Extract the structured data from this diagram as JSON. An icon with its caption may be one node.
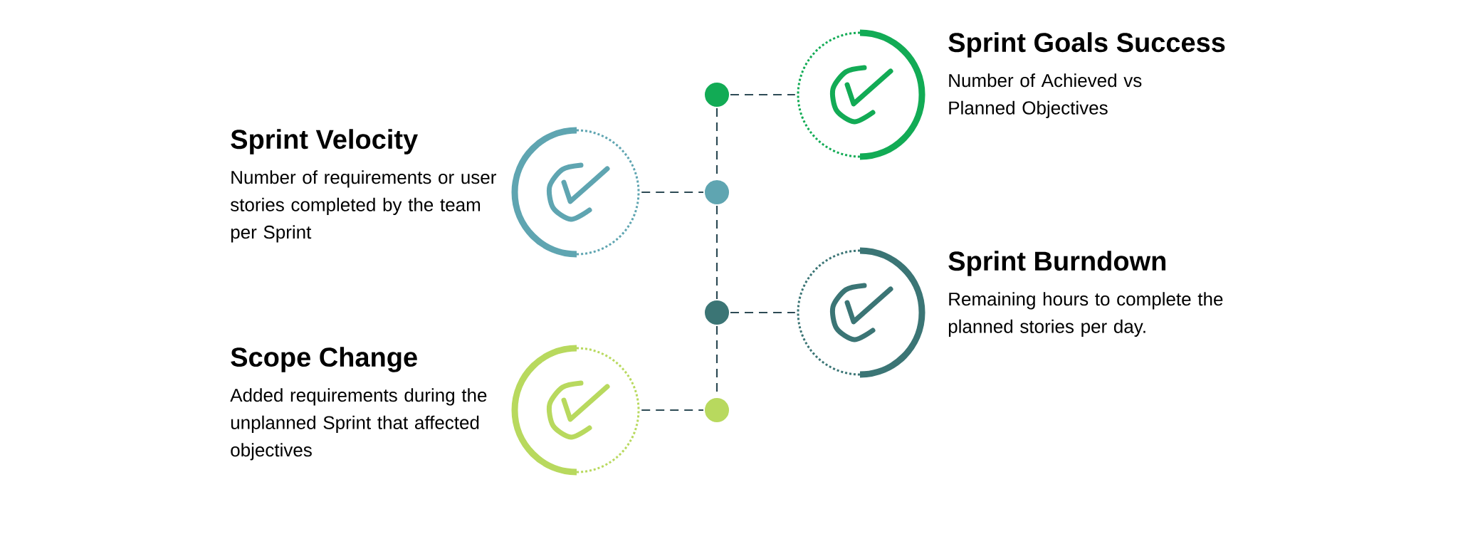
{
  "diagram": {
    "nodes": [
      {
        "text": [],
        "shape": "circle",
        "beside": [
          "Sprint Goals Success",
          "Number of Achieved vs Planned Objectives"
        ]
      },
      {
        "text": [],
        "shape": "circle"
      },
      {
        "text": [],
        "shape": "circle",
        "beside": [
          "Sprint Velocity",
          "Number of requirements or user stories completed by the team per Sprint"
        ]
      },
      {
        "text": [],
        "shape": "circle"
      },
      {
        "text": [],
        "shape": "circle",
        "beside": [
          "Sprint Burndown",
          "Remaining hours to complete the planned stories per day."
        ]
      },
      {
        "text": [],
        "shape": "circle"
      },
      {
        "text": [],
        "shape": "circle",
        "beside": [
          "Scope Change",
          "Added requirements during the unplanned Sprint that affected objectives"
        ]
      },
      {
        "text": [],
        "shape": "circle"
      }
    ],
    "edges": [
      {
        "from": 1,
        "to": 0,
        "arrow": "none",
        "style": "dashed"
      },
      {
        "from": 2,
        "to": 3,
        "arrow": "none",
        "style": "dashed"
      },
      {
        "from": 5,
        "to": 4,
        "arrow": "none",
        "style": "dashed"
      },
      {
        "from": 6,
        "to": 7,
        "arrow": "none",
        "style": "dashed"
      },
      {
        "from": 1,
        "to": 3,
        "arrow": "none",
        "style": "dashed"
      },
      {
        "from": 3,
        "to": 5,
        "arrow": "none",
        "style": "dashed"
      },
      {
        "from": 5,
        "to": 7,
        "arrow": "none",
        "style": "dashed"
      }
    ]
  }
}
